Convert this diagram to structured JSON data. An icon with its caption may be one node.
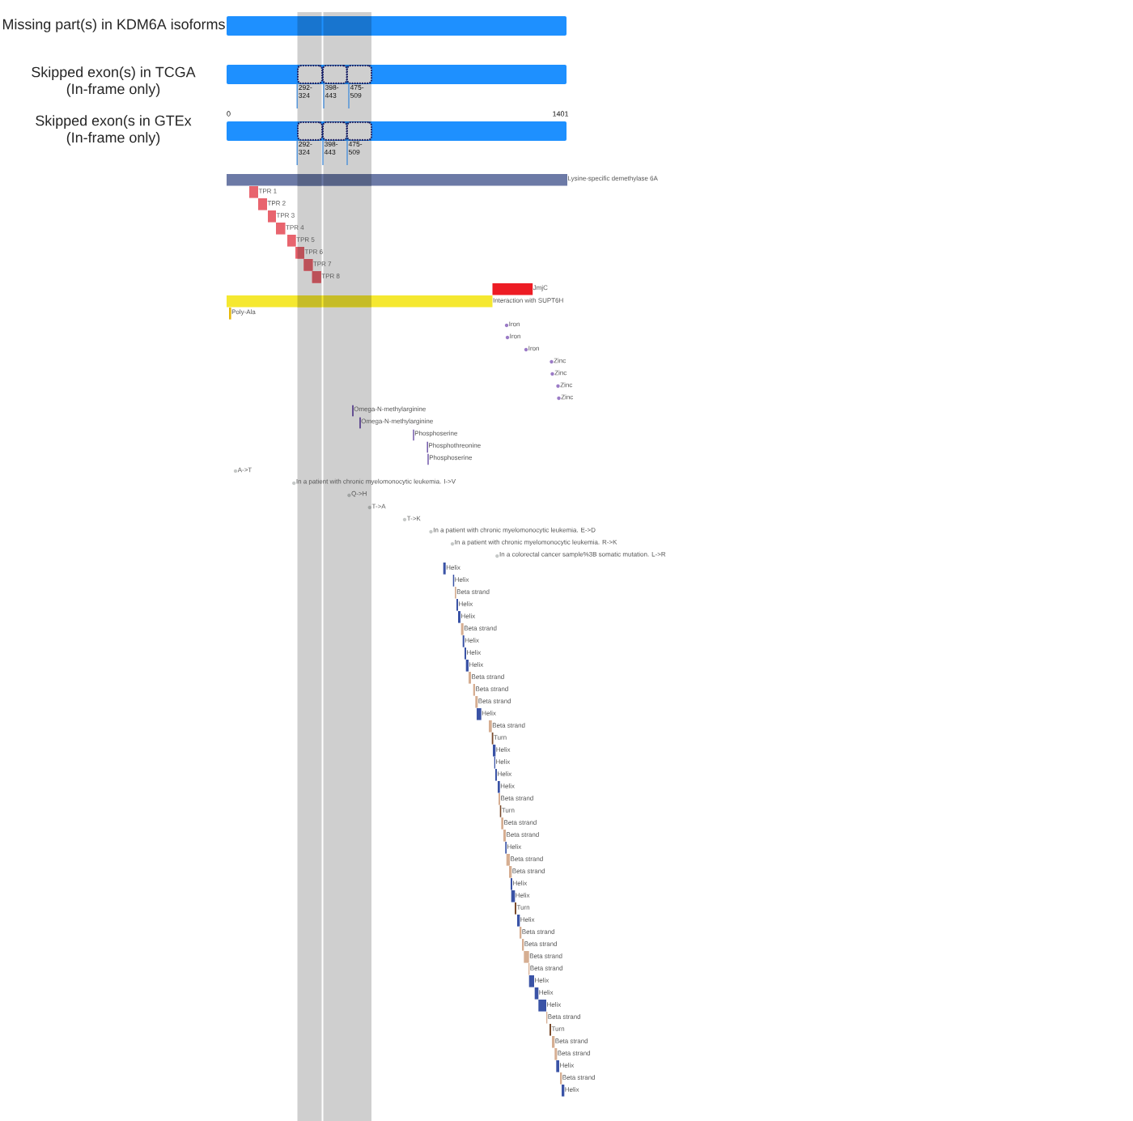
{
  "diagram": {
    "nodes": [
      {
        "text": [
          "Missing part(s) in KDM6A isoforms"
        ]
      },
      {
        "text": [
          "Skipped exon(s) in TCGA (In-frame only)"
        ]
      },
      {
        "text": [],
        "shape": "box",
        "in": 1
      },
      {
        "text": [],
        "shape": "box",
        "in": 1
      },
      {
        "text": [],
        "shape": "box",
        "in": 1
      },
      {
        "text": [
          "292-324"
        ]
      },
      {
        "text": [
          "398-443"
        ]
      },
      {
        "text": [
          "475-509"
        ]
      },
      {
        "text": [
          "Skipped exon(s in GTEx (In-frame only)"
        ]
      },
      {
        "text": [],
        "shape": "box",
        "in": 8
      },
      {
        "text": [],
        "shape": "box",
        "in": 8
      },
      {
        "text": [],
        "shape": "box",
        "in": 8
      },
      {
        "text": [
          "292-324"
        ]
      },
      {
        "text": [
          "398-443"
        ]
      },
      {
        "text": [
          "475-509"
        ]
      },
      {
        "text": [],
        "shape": "bar",
        "beside": [
          "Lysine-specific demethylase 6A"
        ]
      },
      {
        "text": [],
        "shape": "bar",
        "beside": [
          "TPR 1"
        ]
      },
      {
        "text": [],
        "shape": "bar",
        "beside": [
          "TPR 2"
        ]
      },
      {
        "text": [],
        "shape": "bar",
        "beside": [
          "TPR 3"
        ]
      },
      {
        "text": [],
        "shape": "bar",
        "beside": [
          "TPR 4"
        ]
      },
      {
        "text": [],
        "shape": "bar",
        "beside": [
          "TPR 5"
        ]
      },
      {
        "text": [],
        "shape": "bar",
        "beside": [
          "TPR 6"
        ]
      },
      {
        "text": [],
        "shape": "bar",
        "beside": [
          "TPR 7"
        ]
      },
      {
        "text": [],
        "shape": "bar",
        "beside": [
          "TPR 8"
        ]
      },
      {
        "text": [],
        "shape": "bar",
        "beside": [
          "JmjC"
        ]
      },
      {
        "text": [],
        "shape": "bar",
        "beside": [
          "Interaction with SUPT6H"
        ]
      },
      {
        "text": [],
        "shape": "bar",
        "beside": [
          "Poly-Ala"
        ]
      },
      {
        "text": [],
        "shape": "circle",
        "beside": [
          "Iron"
        ]
      },
      {
        "text": [],
        "shape": "circle",
        "beside": [
          "Iron"
        ]
      },
      {
        "text": [],
        "shape": "circle",
        "beside": [
          "Iron"
        ]
      },
      {
        "text": [],
        "shape": "circle",
        "beside": [
          "Zinc"
        ]
      },
      {
        "text": [],
        "shape": "circle",
        "beside": [
          "Zinc"
        ]
      },
      {
        "text": [],
        "shape": "circle",
        "beside": [
          "Zinc"
        ]
      },
      {
        "text": [],
        "shape": "circle",
        "beside": [
          "Zinc"
        ]
      },
      {
        "text": [],
        "shape": "bar",
        "beside": [
          "Omega-N-methylarginine"
        ]
      },
      {
        "text": [],
        "shape": "bar",
        "beside": [
          "Omega-N-methylarginine"
        ]
      },
      {
        "text": [],
        "shape": "bar",
        "beside": [
          "Phosphoserine"
        ]
      },
      {
        "text": [],
        "shape": "bar",
        "beside": [
          "Phosphothreonine"
        ]
      },
      {
        "text": [],
        "shape": "bar",
        "beside": [
          "Phosphoserine"
        ]
      },
      {
        "text": [],
        "shape": "circle",
        "beside": [
          "A->T"
        ]
      },
      {
        "text": [],
        "shape": "circle",
        "beside": [
          "In a patient with chronic myelomonocytic leukemia. I->V"
        ]
      },
      {
        "text": [],
        "shape": "circle",
        "beside": [
          "Q->H"
        ]
      },
      {
        "text": [],
        "shape": "circle",
        "beside": [
          "T->A"
        ]
      },
      {
        "text": [],
        "shape": "circle",
        "beside": [
          "T->K"
        ]
      },
      {
        "text": [],
        "shape": "circle",
        "beside": [
          "In a patient with chronic myelomonocytic leukemia. E->D"
        ]
      },
      {
        "text": [],
        "shape": "circle",
        "beside": [
          "In a patient with chronic myelomonocytic leukemia. R->K"
        ]
      },
      {
        "text": [],
        "shape": "circle",
        "beside": [
          "In a colorectal cancer sample%3B somatic mutation. L->R"
        ]
      },
      {
        "text": [],
        "shape": "bar",
        "beside": [
          "Helix"
        ]
      },
      {
        "text": [],
        "shape": "bar",
        "beside": [
          "Helix"
        ]
      },
      {
        "text": [],
        "shape": "bar",
        "beside": [
          "Beta strand"
        ]
      },
      {
        "text": [],
        "shape": "bar",
        "beside": [
          "Helix"
        ]
      },
      {
        "text": [],
        "shape": "bar",
        "beside": [
          "Helix"
        ]
      },
      {
        "text": [],
        "shape": "bar",
        "beside": [
          "Beta strand"
        ]
      },
      {
        "text": [],
        "shape": "bar",
        "beside": [
          "Helix"
        ]
      },
      {
        "text": [],
        "shape": "bar",
        "beside": [
          "Helix"
        ]
      },
      {
        "text": [],
        "shape": "bar",
        "beside": [
          "Helix"
        ]
      },
      {
        "text": [],
        "shape": "bar",
        "beside": [
          "Beta strand"
        ]
      },
      {
        "text": [],
        "shape": "bar",
        "beside": [
          "Beta strand"
        ]
      },
      {
        "text": [],
        "shape": "bar",
        "beside": [
          "Beta strand"
        ]
      },
      {
        "text": [],
        "shape": "bar",
        "beside": [
          "Helix"
        ]
      },
      {
        "text": [],
        "shape": "bar",
        "beside": [
          "Beta strand"
        ]
      },
      {
        "text": [],
        "shape": "bar",
        "beside": [
          "Turn"
        ]
      },
      {
        "text": [],
        "shape": "bar",
        "beside": [
          "Helix"
        ]
      },
      {
        "text": [],
        "shape": "bar",
        "beside": [
          "Helix"
        ]
      },
      {
        "text": [],
        "shape": "bar",
        "beside": [
          "Helix"
        ]
      },
      {
        "text": [],
        "shape": "bar",
        "beside": [
          "Helix"
        ]
      },
      {
        "text": [],
        "shape": "bar",
        "beside": [
          "Beta strand"
        ]
      },
      {
        "text": [],
        "shape": "bar",
        "beside": [
          "Turn"
        ]
      },
      {
        "text": [],
        "shape": "bar",
        "beside": [
          "Beta strand"
        ]
      },
      {
        "text": [],
        "shape": "bar",
        "beside": [
          "Beta strand"
        ]
      },
      {
        "text": [],
        "shape": "bar",
        "beside": [
          "Helix"
        ]
      },
      {
        "text": [],
        "shape": "bar",
        "beside": [
          "Beta strand"
        ]
      },
      {
        "text": [],
        "shape": "bar",
        "beside": [
          "Beta strand"
        ]
      },
      {
        "text": [],
        "shape": "bar",
        "beside": [
          "Helix"
        ]
      },
      {
        "text": [],
        "shape": "bar",
        "beside": [
          "Helix"
        ]
      },
      {
        "text": [],
        "shape": "bar",
        "beside": [
          "Turn"
        ]
      },
      {
        "text": [],
        "shape": "bar",
        "beside": [
          "Helix"
        ]
      },
      {
        "text": [],
        "shape": "bar",
        "beside": [
          "Beta strand"
        ]
      },
      {
        "text": [],
        "shape": "bar",
        "beside": [
          "Beta strand"
        ]
      },
      {
        "text": [],
        "shape": "bar",
        "beside": [
          "Beta strand"
        ]
      },
      {
        "text": [],
        "shape": "bar",
        "beside": [
          "Beta strand"
        ]
      },
      {
        "text": [],
        "shape": "bar",
        "beside": [
          "Helix"
        ]
      },
      {
        "text": [],
        "shape": "bar",
        "beside": [
          "Helix"
        ]
      },
      {
        "text": [],
        "shape": "bar",
        "beside": [
          "Helix"
        ]
      },
      {
        "text": [],
        "shape": "bar",
        "beside": [
          "Beta strand"
        ]
      },
      {
        "text": [],
        "shape": "bar",
        "beside": [
          "Turn"
        ]
      },
      {
        "text": [],
        "shape": "bar",
        "beside": [
          "Beta strand"
        ]
      },
      {
        "text": [],
        "shape": "bar",
        "beside": [
          "Beta strand"
        ]
      },
      {
        "text": [],
        "shape": "bar",
        "beside": [
          "Helix"
        ]
      },
      {
        "text": [],
        "shape": "bar",
        "beside": [
          "Beta strand"
        ]
      },
      {
        "text": [],
        "shape": "bar",
        "beside": [
          "Helix"
        ]
      }
    ],
    "edges": [
      {
        "from": 5,
        "to": 2,
        "arrow": "none"
      },
      {
        "from": 6,
        "to": 3,
        "arrow": "none"
      },
      {
        "from": 7,
        "to": 4,
        "arrow": "none"
      },
      {
        "from": 12,
        "to": 9,
        "arrow": "none"
      },
      {
        "from": 13,
        "to": 10,
        "arrow": "none"
      },
      {
        "from": 14,
        "to": 11,
        "arrow": "none"
      }
    ],
    "labels": [
      "0",
      "1401"
    ]
  }
}
